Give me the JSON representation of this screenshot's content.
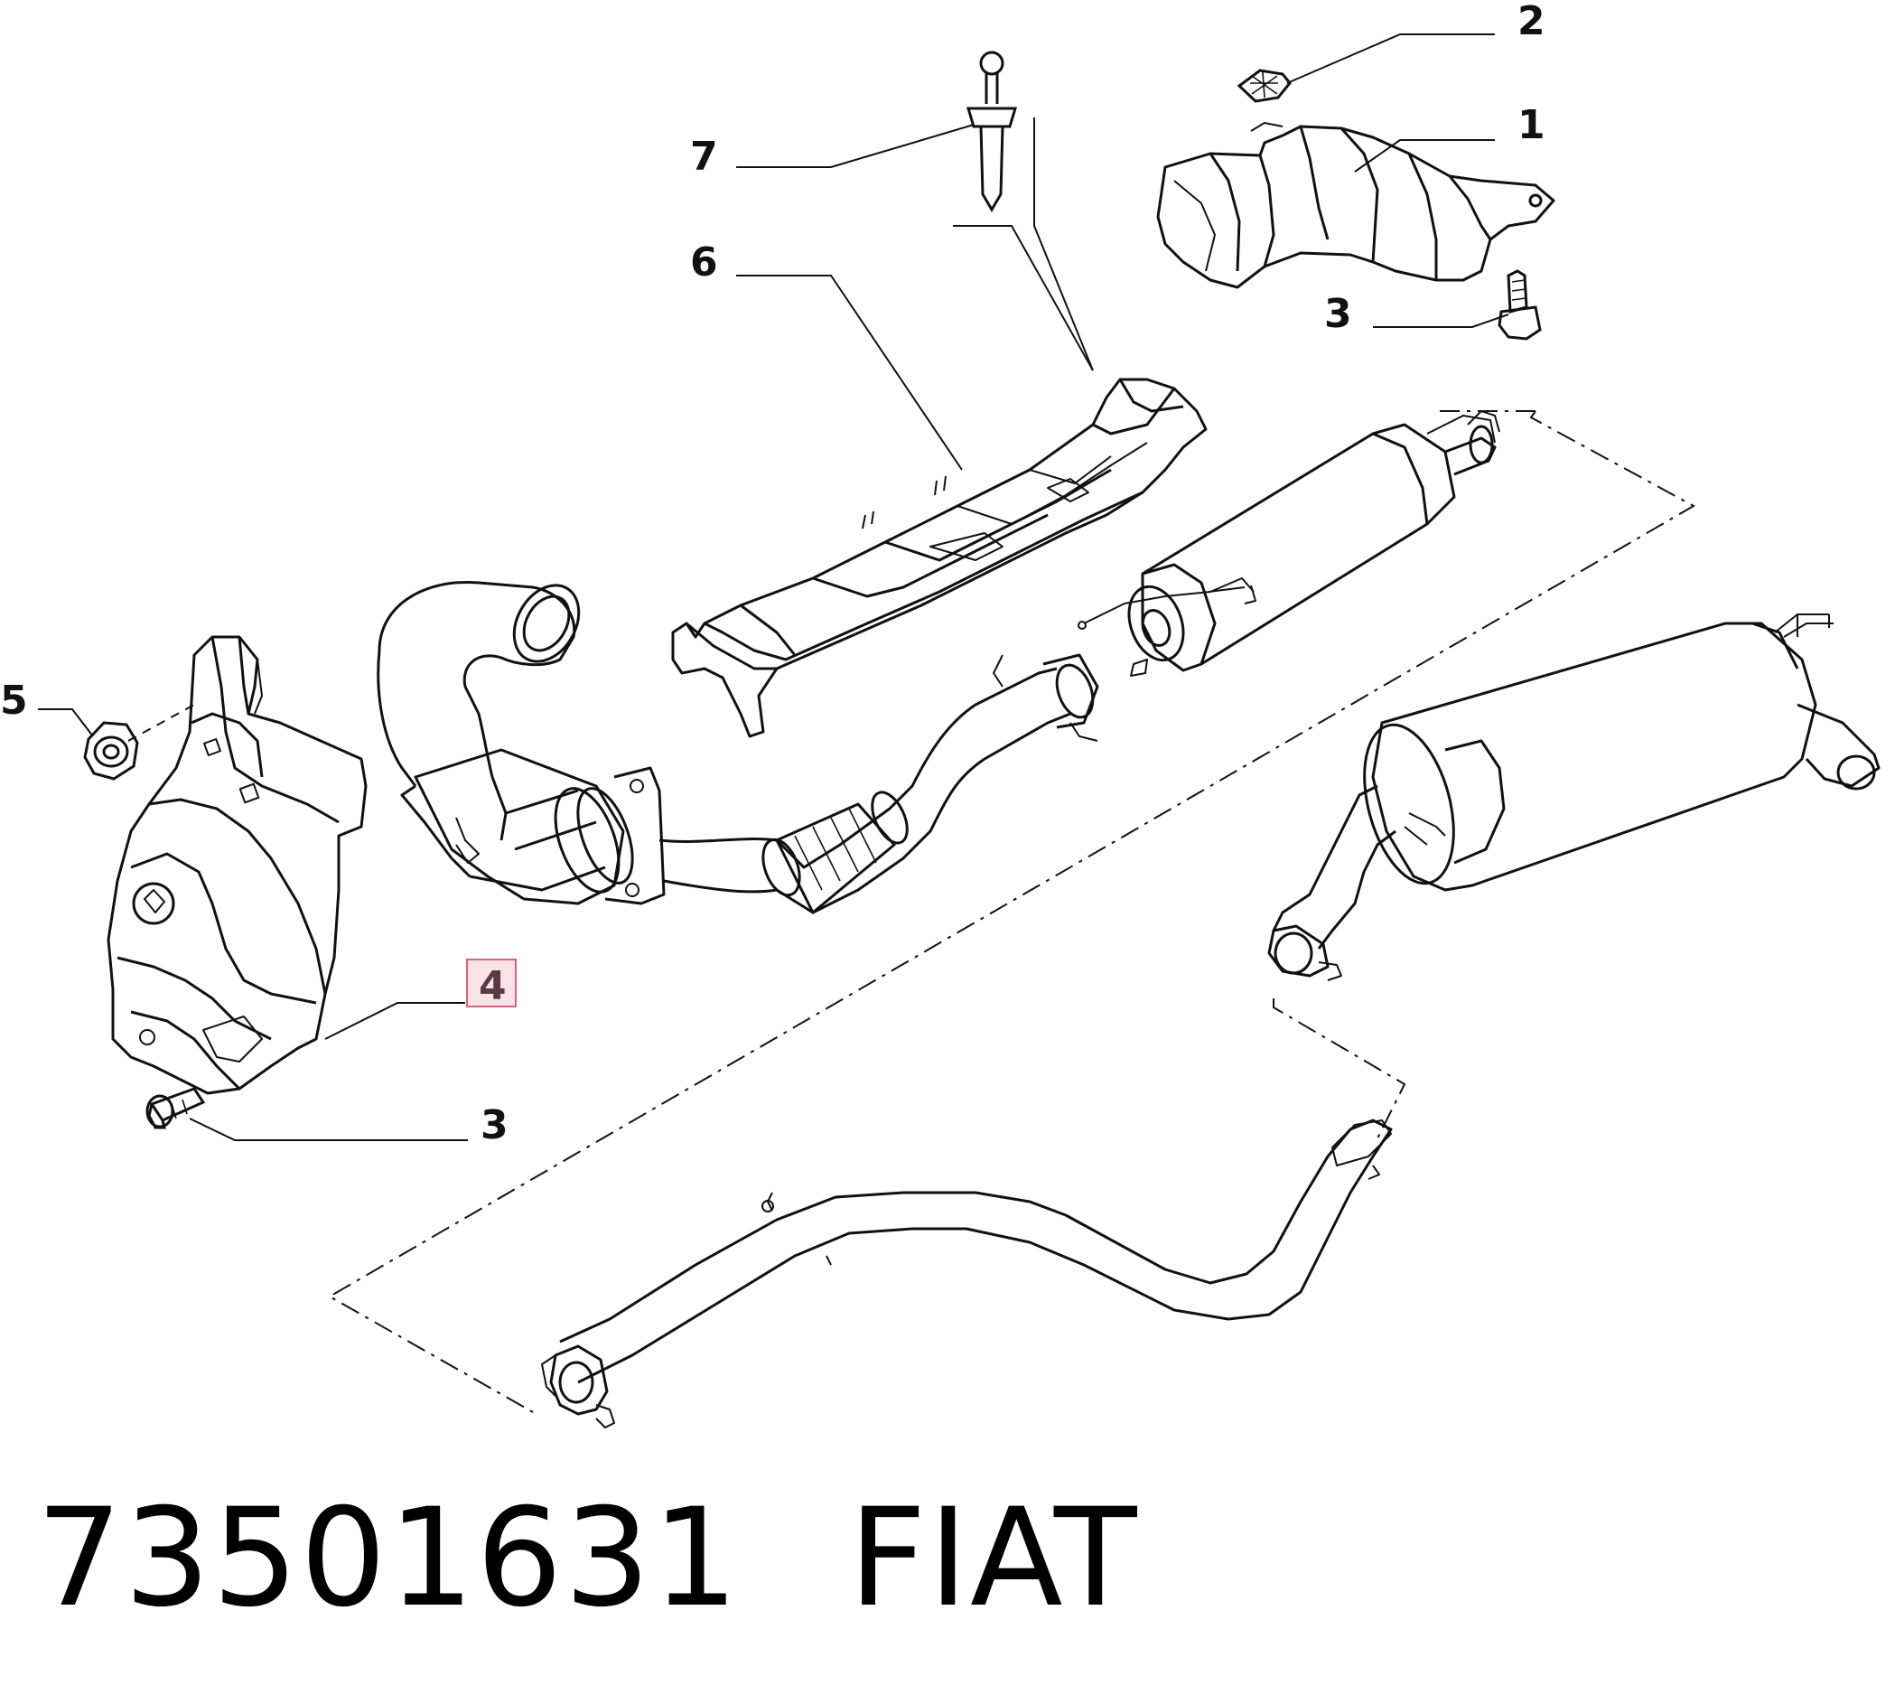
{
  "callouts": {
    "c1": "1",
    "c2": "2",
    "c3_top": "3",
    "c3_bottom": "3",
    "c4": "4",
    "c5": "5",
    "c6": "6",
    "c7": "7"
  },
  "footer": {
    "part_number": "73501631",
    "brand": "FIAT"
  },
  "colors": {
    "line": "#111111",
    "highlight_border": "#e0607a",
    "highlight_fill": "#fbe3e8"
  }
}
